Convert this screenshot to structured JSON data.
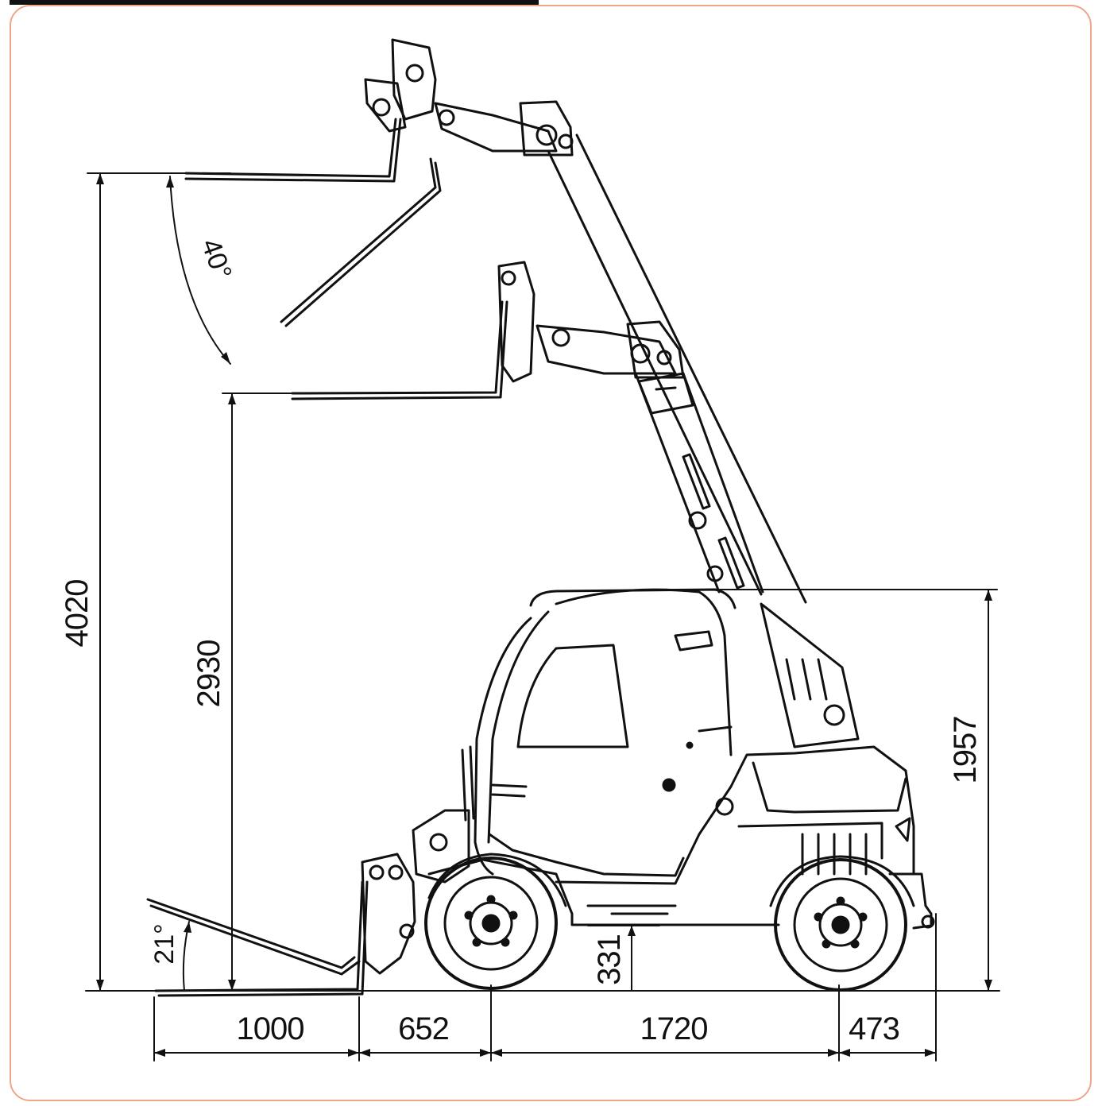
{
  "diagram": {
    "subject": "telescopic handler side-view dimension drawing",
    "frame_border_color": "#f0a58a",
    "line_color": "#111111",
    "dimensions": {
      "max_lift_height": "4020",
      "fork_height_level": "2930",
      "cab_height": "1957",
      "ground_clearance": "331",
      "fork_length": "1000",
      "front_overhang": "652",
      "wheelbase": "1720",
      "rear_overhang": "473"
    },
    "angles": {
      "fork_tilt_top": "40°",
      "fork_tilt_ground": "21°"
    }
  }
}
